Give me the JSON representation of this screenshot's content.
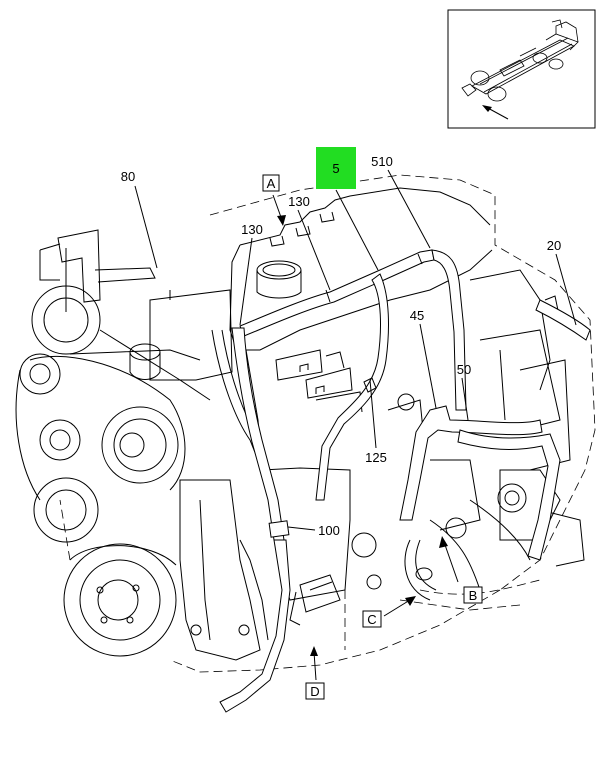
{
  "callouts": {
    "c5": "5",
    "c80": "80",
    "c130a": "130",
    "c130b": "130",
    "c510": "510",
    "c20": "20",
    "c45": "45",
    "c50": "50",
    "c125": "125",
    "c100": "100"
  },
  "views": {
    "A": "A",
    "B": "B",
    "C": "C",
    "D": "D"
  },
  "colors": {
    "highlight": "#22dd22",
    "line": "#000000",
    "background": "#ffffff"
  }
}
